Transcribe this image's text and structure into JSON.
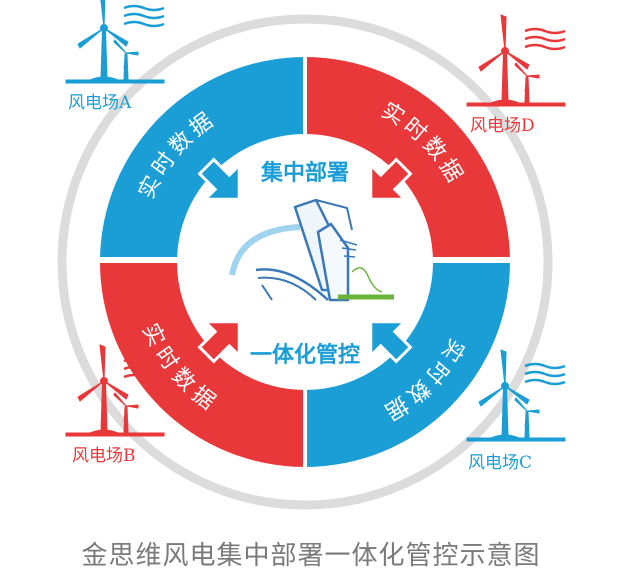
{
  "colors": {
    "blue": "#1a9ed5",
    "red": "#e8383a",
    "gray_ring": "#dcdcdc",
    "caption": "#7a7a7a",
    "green": "#6ab43e"
  },
  "ring": {
    "top_left": "实时数据",
    "top_right": "实时数据",
    "bottom_left": "实时数据",
    "bottom_right": "实时数据"
  },
  "center": {
    "top_label": "集中部署",
    "bottom_label": "一体化管控"
  },
  "farms": {
    "a": "风电场A",
    "b": "风电场B",
    "c": "风电场C",
    "d": "风电场D"
  },
  "caption": "金思维风电集中部署一体化管控示意图"
}
